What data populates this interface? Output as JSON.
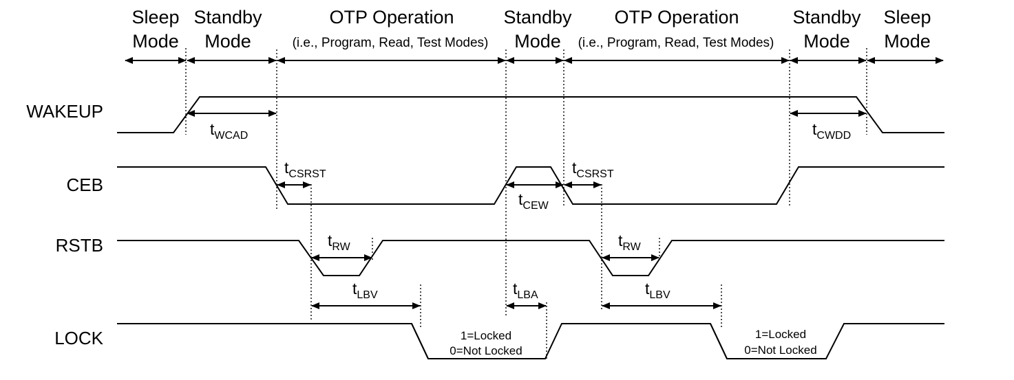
{
  "phases": {
    "sleep1": [
      "Sleep",
      "Mode"
    ],
    "standby1": [
      "Standby",
      "Mode"
    ],
    "otp1": {
      "title": "OTP Operation",
      "sub": "(i.e., Program, Read, Test Modes)"
    },
    "standby2": [
      "Standby",
      "Mode"
    ],
    "otp2": {
      "title": "OTP Operation",
      "sub": "(i.e., Program, Read, Test Modes)"
    },
    "standby3": [
      "Standby",
      "Mode"
    ],
    "sleep2": [
      "Sleep",
      "Mode"
    ]
  },
  "signals": [
    "WAKEUP",
    "CEB",
    "RSTB",
    "LOCK"
  ],
  "timings": {
    "wcad": {
      "t": "t",
      "sub": "WCAD"
    },
    "cwdd": {
      "t": "t",
      "sub": "CWDD"
    },
    "csrst1": {
      "t": "t",
      "sub": "CSRST"
    },
    "csrst2": {
      "t": "t",
      "sub": "CSRST"
    },
    "cew": {
      "t": "t",
      "sub": "CEW"
    },
    "rw1": {
      "t": "t",
      "sub": "RW"
    },
    "rw2": {
      "t": "t",
      "sub": "RW"
    },
    "lbv1": {
      "t": "t",
      "sub": "LBV"
    },
    "lbv2": {
      "t": "t",
      "sub": "LBV"
    },
    "lba": {
      "t": "t",
      "sub": "LBA"
    }
  },
  "lock_states": {
    "line1": "1=Locked",
    "line2": "0=Not Locked"
  }
}
